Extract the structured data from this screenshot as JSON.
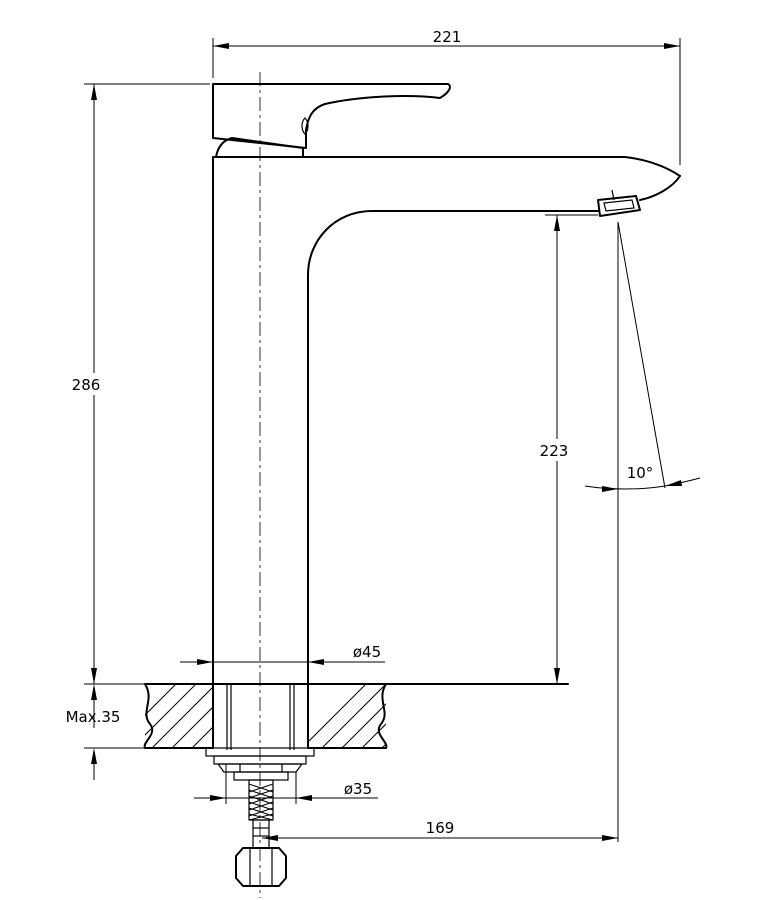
{
  "dimensions": {
    "total_width": "221",
    "total_height": "286",
    "spout_height": "223",
    "angle": "10°",
    "body_diameter": "ø45",
    "max_thickness": "Max.35",
    "hole_diameter": "ø35",
    "reach": "169"
  },
  "colors": {
    "line": "#000000",
    "background": "#ffffff"
  }
}
